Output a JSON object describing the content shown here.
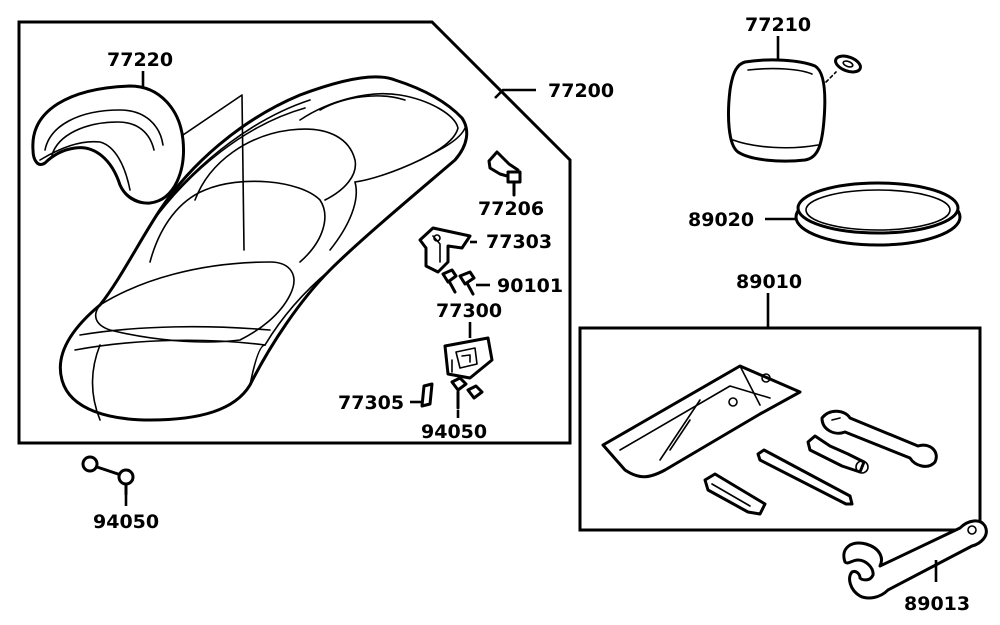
{
  "parts": {
    "p77220": "77220",
    "p77200": "77200",
    "p77210": "77210",
    "p77206": "77206",
    "p89020": "89020",
    "p77303": "77303",
    "p90101": "90101",
    "p89010": "89010",
    "p77300": "77300",
    "p77305": "77305",
    "p94050_inner": "94050",
    "p94050_outer": "94050",
    "p89013": "89013"
  }
}
